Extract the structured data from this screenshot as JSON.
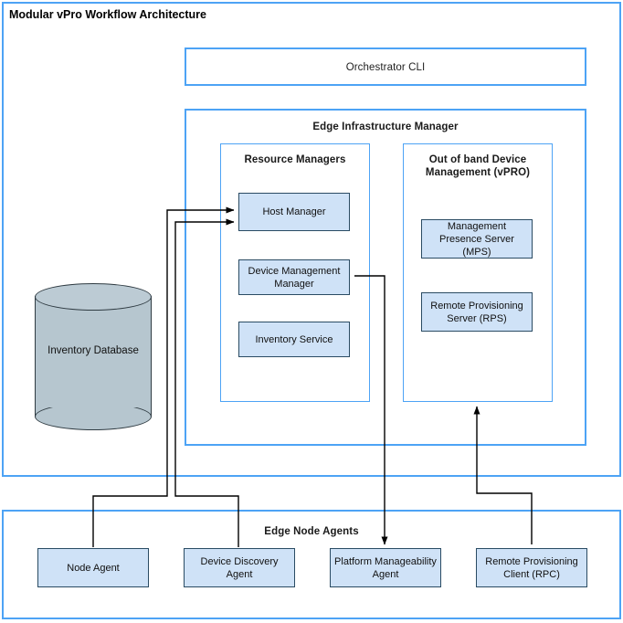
{
  "diagram": {
    "title": "Modular vPro Workflow Architecture",
    "colors": {
      "container_border": "#4da3f5",
      "node_fill": "#cfe2f7",
      "node_border": "#2a4b63",
      "database_fill": "#b6c6cf",
      "connector": "#000000",
      "background": "#ffffff"
    }
  },
  "orchestrator": {
    "label": "Orchestrator CLI"
  },
  "edge_infrastructure_manager": {
    "title": "Edge Infrastructure Manager",
    "resource_managers": {
      "title": "Resource Managers",
      "nodes": [
        {
          "label": "Host Manager"
        },
        {
          "label": "Device Management Manager"
        },
        {
          "label": "Inventory Service"
        }
      ]
    },
    "out_of_band": {
      "title": "Out of band Device Management (vPRO)",
      "nodes": [
        {
          "label": "Management Presence Server (MPS)"
        },
        {
          "label": "Remote Provisioning Server (RPS)"
        }
      ]
    }
  },
  "database": {
    "label": "Inventory Database",
    "shape": "cylinder-icon"
  },
  "edge_node_agents": {
    "title": "Edge Node Agents",
    "nodes": [
      {
        "label": "Node Agent"
      },
      {
        "label": "Device Discovery Agent"
      },
      {
        "label": "Platform Manageability Agent"
      },
      {
        "label": "Remote Provisioning Client (RPC)"
      }
    ]
  },
  "connections": [
    {
      "from": "Node Agent",
      "to": "Host Manager",
      "style": "orthogonal-arrow"
    },
    {
      "from": "Device Discovery Agent",
      "to": "Host Manager",
      "style": "orthogonal-arrow"
    },
    {
      "from": "Device Management Manager",
      "to": "Platform Manageability Agent",
      "style": "orthogonal-arrow"
    },
    {
      "from": "Remote Provisioning Client (RPC)",
      "to": "Out of band Device Management (vPRO)",
      "style": "orthogonal-arrow"
    }
  ]
}
